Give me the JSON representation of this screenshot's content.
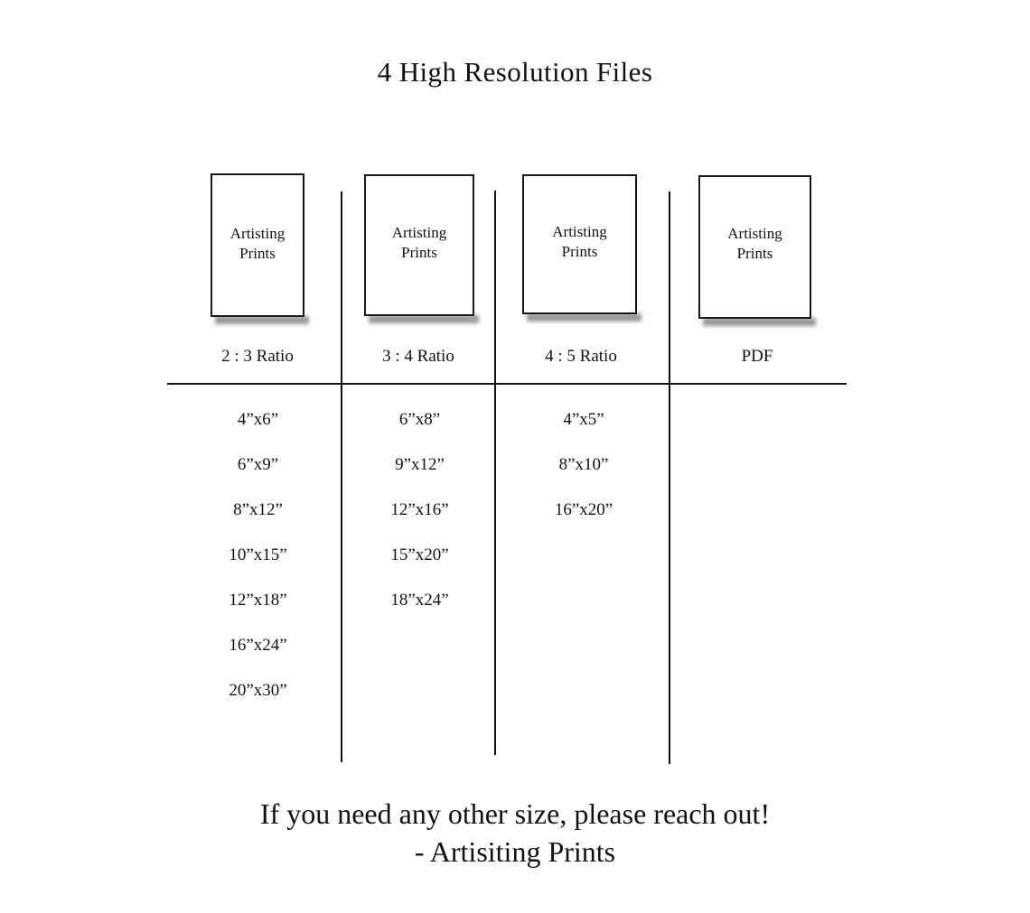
{
  "title": "4 High Resolution Files",
  "cards": [
    {
      "brand": "Artisting\nPrints",
      "brand_line1": "Artisting",
      "brand_line2": "Prints",
      "header": "2 : 3 Ratio"
    },
    {
      "brand_line1": "Artisting",
      "brand_line2": "Prints",
      "header": "3 : 4 Ratio"
    },
    {
      "brand_line1": "Artisting",
      "brand_line2": "Prints",
      "header": "4 : 5 Ratio"
    },
    {
      "brand_line1": "Artisting",
      "brand_line2": "Prints",
      "header": "PDF"
    }
  ],
  "columns": [
    {
      "header": "2 : 3 Ratio",
      "sizes": [
        "4”x6”",
        "6”x9”",
        "8”x12”",
        "10”x15”",
        "12”x18”",
        "16”x24”",
        "20”x30”"
      ]
    },
    {
      "header": "3 : 4 Ratio",
      "sizes": [
        "6”x8”",
        "9”x12”",
        "12”x16”",
        "15”x20”",
        "18”x24”"
      ]
    },
    {
      "header": "4 : 5 Ratio",
      "sizes": [
        "4”x5”",
        "8”x10”",
        "16”x20”"
      ]
    },
    {
      "header": "PDF",
      "sizes": []
    }
  ],
  "footer": {
    "line1": "If you need any other size, please reach out!",
    "line2": "- Artisiting Prints"
  },
  "colors": {
    "background": "#ffffff",
    "ink": "#14120f",
    "rule": "#16130f",
    "shadow": "#8e8e8e"
  }
}
